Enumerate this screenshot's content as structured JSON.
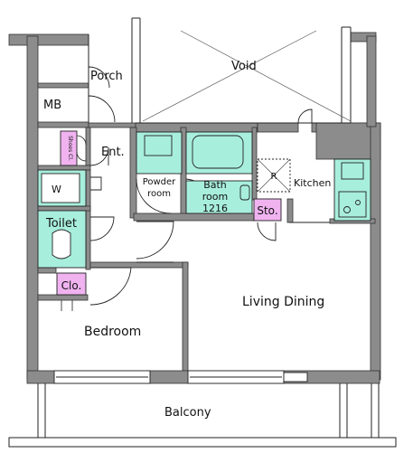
{
  "rooms": {
    "void": "Void",
    "porch": "Porch",
    "mb": "MB",
    "shoes_closet": "Shoes Cl.",
    "entrance": "Ent.",
    "washer": "W",
    "toilet": "Toilet",
    "closet": "Clo.",
    "bedroom": "Bedroom",
    "powder_room": [
      "Powder",
      "room"
    ],
    "bath_room": [
      "Bath",
      "room",
      "1216"
    ],
    "storage": "Sto.",
    "refrigerator": "R",
    "kitchen": "Kitchen",
    "living_dining": "Living Dining",
    "balcony": "Balcony"
  },
  "colors": {
    "wall": "#8c8c8c",
    "fixture": "#a8eedd",
    "closet": "#f0b3f0",
    "line": "#222222"
  }
}
